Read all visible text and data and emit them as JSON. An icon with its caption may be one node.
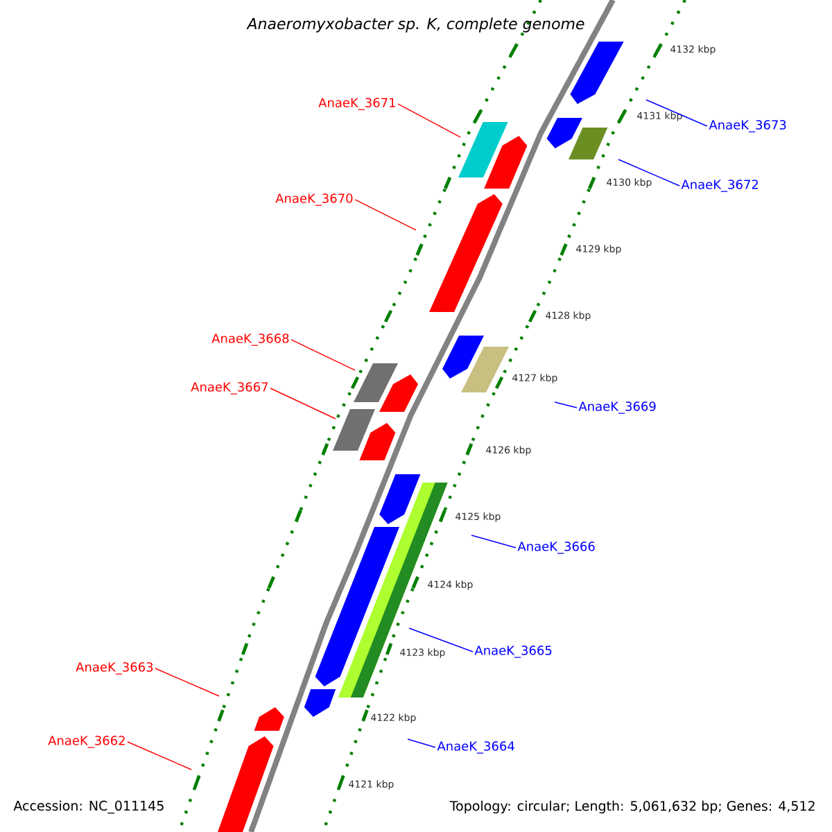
{
  "diagram": {
    "title": "Anaeromyxobacter sp. K, complete genome",
    "nodes": [
      {
        "text": [
          "AnaeK_3671"
        ]
      },
      {
        "text": [
          "AnaeK_3673"
        ]
      },
      {
        "text": [
          "AnaeK_3672"
        ]
      },
      {
        "text": [
          "AnaeK_3670"
        ]
      },
      {
        "text": [
          "AnaeK_3668"
        ]
      },
      {
        "text": [
          "AnaeK_3667"
        ]
      },
      {
        "text": [
          "AnaeK_3669"
        ]
      },
      {
        "text": [
          "AnaeK_3666"
        ]
      },
      {
        "text": [
          "AnaeK_3665"
        ]
      },
      {
        "text": [
          "AnaeK_3663"
        ]
      },
      {
        "text": [
          "AnaeK_3662"
        ]
      },
      {
        "text": [
          "AnaeK_3664"
        ]
      }
    ],
    "edges": [
      {
        "from": 0,
        "to": null,
        "arrow": "none",
        "color": "#ff0000"
      },
      {
        "from": 1,
        "to": null,
        "arrow": "none",
        "color": "#0000ff"
      },
      {
        "from": 2,
        "to": null,
        "arrow": "none",
        "color": "#0000ff"
      },
      {
        "from": 3,
        "to": null,
        "arrow": "none",
        "color": "#ff0000"
      },
      {
        "from": 4,
        "to": null,
        "arrow": "none",
        "color": "#ff0000"
      },
      {
        "from": 5,
        "to": null,
        "arrow": "none",
        "color": "#ff0000"
      },
      {
        "from": 6,
        "to": null,
        "arrow": "none",
        "color": "#0000ff"
      },
      {
        "from": 7,
        "to": null,
        "arrow": "none",
        "color": "#0000ff"
      },
      {
        "from": 8,
        "to": null,
        "arrow": "none",
        "color": "#0000ff"
      },
      {
        "from": 9,
        "to": null,
        "arrow": "none",
        "color": "#ff0000"
      },
      {
        "from": 10,
        "to": null,
        "arrow": "none",
        "color": "#ff0000"
      },
      {
        "from": 11,
        "to": null,
        "arrow": "none",
        "color": "#0000ff"
      }
    ],
    "labels": [
      "4132 kbp",
      "4131 kbp",
      "4130 kbp",
      "4129 kbp",
      "4128 kbp",
      "4127 kbp",
      "4126 kbp",
      "4125 kbp",
      "4124 kbp",
      "4123 kbp",
      "4122 kbp",
      "4121 kbp",
      "Accession: NC_011145",
      "Topology: circular; Length: 5,061,632 bp; Genes: 4,512"
    ]
  }
}
